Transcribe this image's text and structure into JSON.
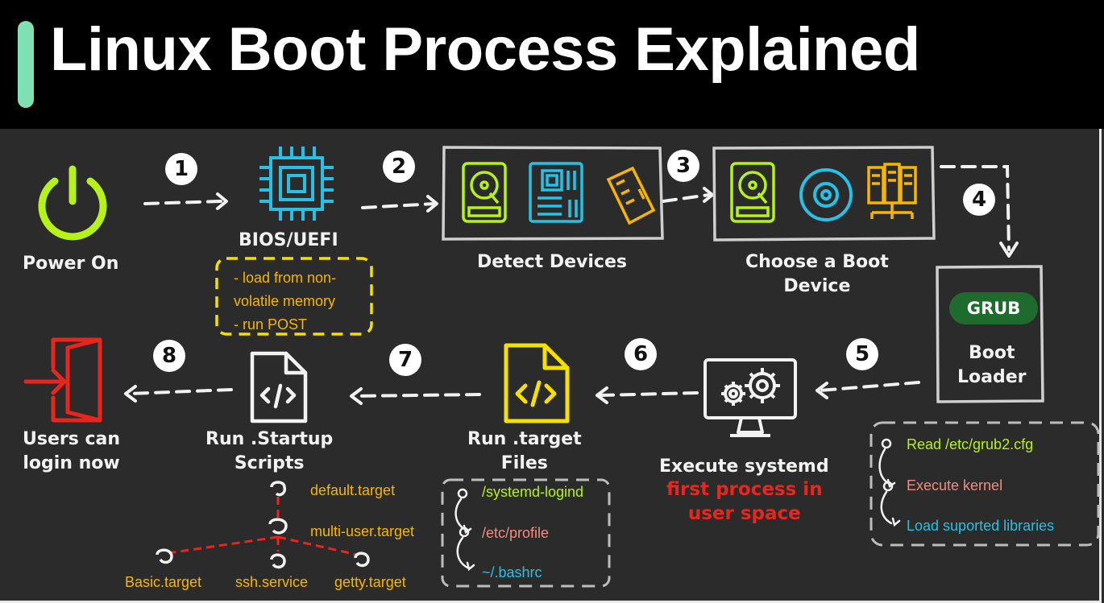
{
  "title": "Linux Boot Process Explained",
  "colors": {
    "accent": "#7fe0b4",
    "green": "#b6f21a",
    "cyan": "#27c1e6",
    "yellow": "#f6e000",
    "orange": "#f6b600",
    "red": "#e8261e",
    "pink": "#f28b7e",
    "grub": "#1f6b2d"
  },
  "steps": {
    "s1": "1",
    "s2": "2",
    "s3": "3",
    "s4": "4",
    "s5": "5",
    "s6": "6",
    "s7": "7",
    "s8": "8"
  },
  "power": {
    "label": "Power On",
    "icon": "power-icon"
  },
  "bios": {
    "label": "BIOS/UEFI",
    "icon": "cpu-chip-icon",
    "notes": [
      "- load from non-",
      "volatile memory",
      "- run POST"
    ]
  },
  "detect": {
    "label": "Detect Devices",
    "icons": [
      "hard-drive-icon",
      "motherboard-icon",
      "ram-stick-icon"
    ]
  },
  "choose": {
    "label_line1": "Choose a Boot",
    "label_line2": "Device",
    "icons": [
      "hard-drive-icon",
      "optical-disc-icon",
      "server-network-icon"
    ]
  },
  "bootloader": {
    "badge": "GRUB",
    "label_line1": "Boot",
    "label_line2": "Loader"
  },
  "grub_steps": [
    "Read /etc/grub2.cfg",
    "Execute kernel",
    "Load suported libraries"
  ],
  "systemd": {
    "label": "Execute systemd",
    "sub_line1": "first process in",
    "sub_line2": "user space",
    "icon": "monitor-gears-icon"
  },
  "target": {
    "label_line1": "Run .target",
    "label_line2": "Files",
    "icon": "code-file-icon",
    "files": [
      "/systemd-logind",
      "/etc/profile",
      "~/.bashrc"
    ]
  },
  "startup": {
    "label_line1": "Run .Startup",
    "label_line2": "Scripts",
    "icon": "script-file-icon",
    "tree": {
      "root": "default.target",
      "mid": "multi-user.target",
      "leaves": [
        "Basic.target",
        "ssh.service",
        "getty.target"
      ]
    }
  },
  "login": {
    "label_line1": "Users can",
    "label_line2": "login now",
    "icon": "login-door-icon"
  }
}
